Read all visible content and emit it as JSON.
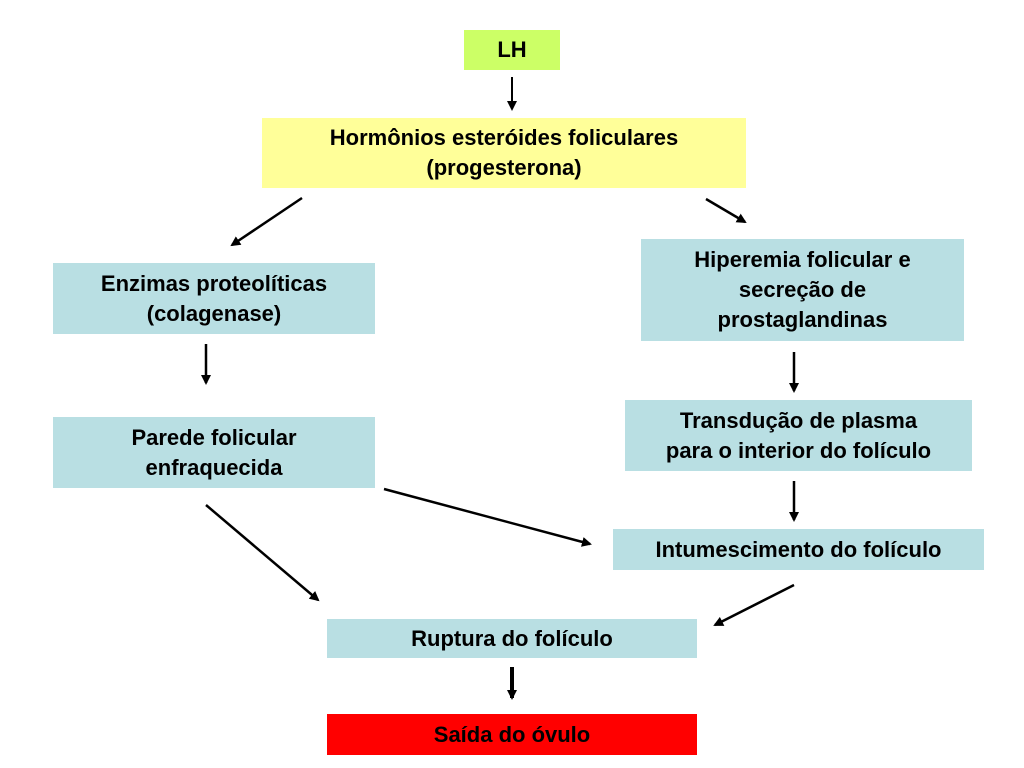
{
  "nodes": {
    "lh": "LH",
    "hormonios": "Hormônios esteróides foliculares\n(progesterona)",
    "enzimas": "Enzimas proteolíticas\n(colagenase)",
    "hiperemia": "Hiperemia folicular e\nsecreção de\nprostaglandinas",
    "parede": "Parede folicular\nenfraquecida",
    "transducao": "Transdução de plasma\npara o interior do folículo",
    "intumescimento": "Intumescimento do folículo",
    "ruptura": "Ruptura do folículo",
    "saida": "Saída do óvulo"
  },
  "colors": {
    "teal": "#b9dfe3",
    "yellow": "#ffff99",
    "green": "#ccff66",
    "red": "#ff0000"
  }
}
